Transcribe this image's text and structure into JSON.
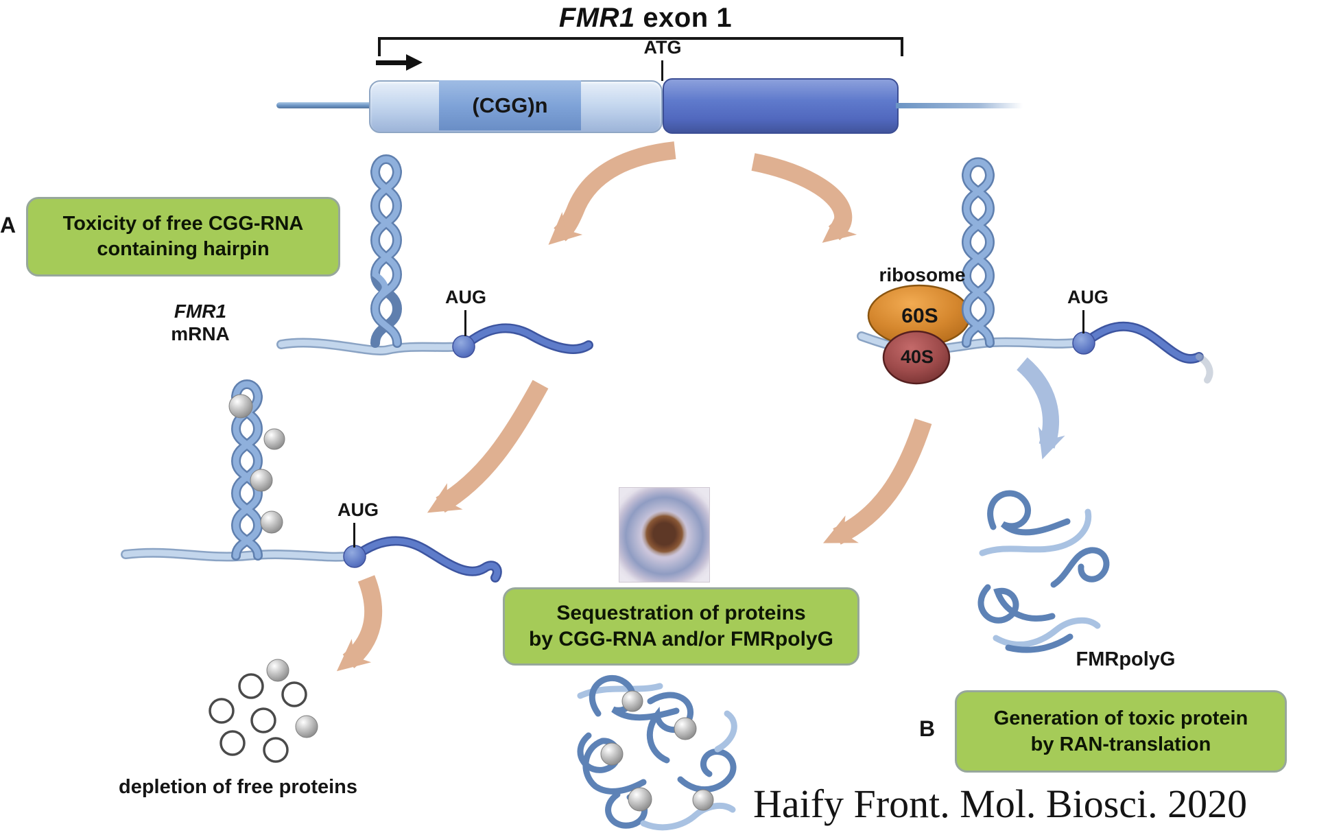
{
  "figure": {
    "title_gene": "FMR1",
    "title_rest": " exon 1",
    "gene": {
      "cgg_label": "(CGG)n",
      "atg_label": "ATG"
    },
    "aug_label": "AUG",
    "panel_a": {
      "label": "A",
      "box_line1": "Toxicity of free CGG-RNA",
      "box_line2": "containing hairpin",
      "mrna_gene": "FMR1",
      "mrna_word": "mRNA",
      "depletion_label": "depletion of free proteins"
    },
    "ribosome": {
      "label": "ribosome",
      "large_subunit": "60S",
      "small_subunit": "40S"
    },
    "sequestration_box": {
      "line1": "Sequestration of proteins",
      "line2": "by CGG-RNA and/or FMRpolyG"
    },
    "panel_b": {
      "label": "B",
      "protein_label": "FMRpolyG",
      "box_line1": "Generation of toxic protein",
      "box_line2": "by RAN-translation"
    },
    "citation": "Haify Front. Mol. Biosci. 2020",
    "colors": {
      "green_box": "#A5CB58",
      "tan_arrow": "#DFB091",
      "blue_arrow": "#A9BEDF",
      "rna_light": "#C3D6EC",
      "rna_dark": "#5E7CCA",
      "ribosome_60s": "#D5872E",
      "ribosome_40s": "#9E4B4B"
    }
  }
}
